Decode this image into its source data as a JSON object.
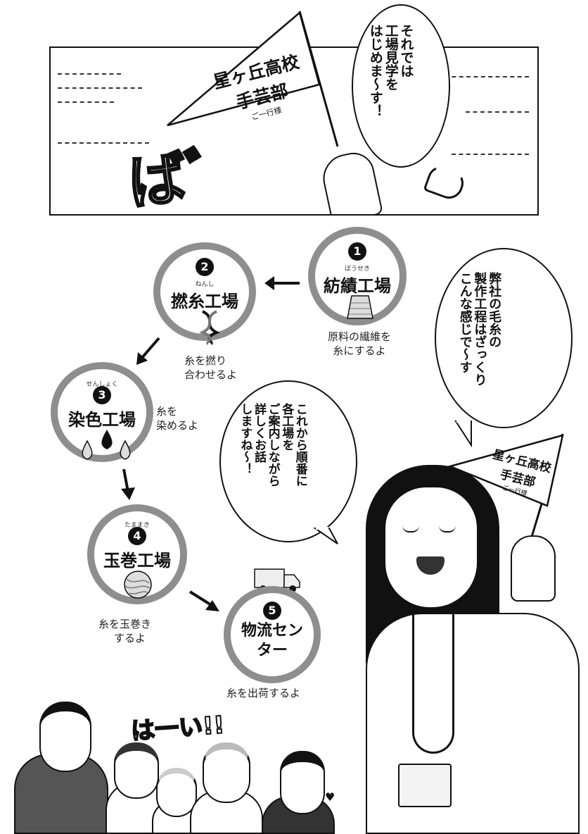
{
  "panel": {
    "sfx": "ばﾞ",
    "pennant": {
      "line1": "星ヶ丘高校",
      "line2": "手芸部",
      "line3": "ご一行様"
    },
    "bubble": {
      "lines": [
        "それでは",
        "工場見学を",
        "はじめま〜す！"
      ]
    }
  },
  "steps": [
    {
      "number": "1",
      "ruby": "ぼうせき",
      "name": "紡績工場",
      "note": [
        "原料の繊維を",
        "糸にするよ"
      ]
    },
    {
      "number": "2",
      "ruby": "ねんし",
      "name": "撚糸工場",
      "note": [
        "糸を撚り",
        "合わせるよ"
      ]
    },
    {
      "number": "3",
      "ruby": "せんしょく",
      "name": "染色工場",
      "note": [
        "糸を",
        "染めるよ"
      ]
    },
    {
      "number": "4",
      "ruby": "たままき",
      "name": "玉巻工場",
      "note": [
        "糸を玉巻き",
        "するよ"
      ]
    },
    {
      "number": "5",
      "ruby": "",
      "name": "物流センター",
      "note": [
        "糸を出荷するよ"
      ]
    }
  ],
  "bubble_right": {
    "lines": [
      "弊社の毛糸の",
      "製作工程はざっくり",
      "こんな感じで〜す"
    ]
  },
  "bubble_middle": {
    "lines": [
      "これから順番に",
      "各工場を",
      "ご案内しながら",
      "詳しくお話",
      "しますね〜！"
    ]
  },
  "pennant2": {
    "line1": "星ヶ丘高校",
    "line2": "手芸部",
    "line3": "ご一行様"
  },
  "crowd_shout": "は一い!!"
}
